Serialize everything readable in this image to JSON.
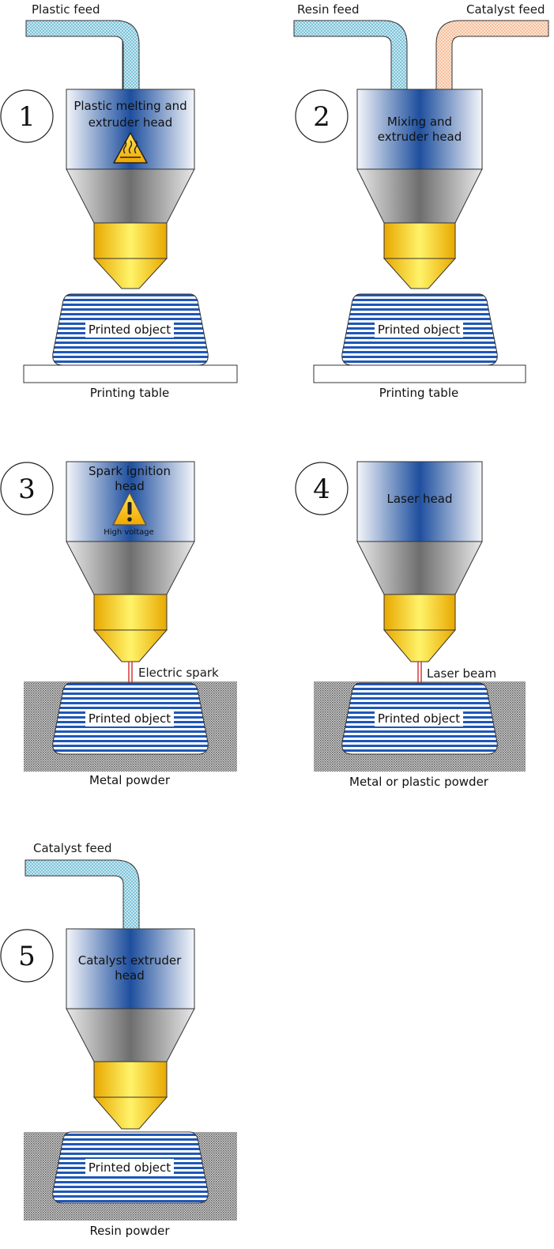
{
  "panel1": {
    "number": "1",
    "feed_label": "Plastic feed",
    "head_line1": "Plastic melting and",
    "head_line2": "extruder head",
    "object_label": "Printed object",
    "base_label": "Printing table"
  },
  "panel2": {
    "number": "2",
    "feed_label": "Resin feed",
    "feed2_label": "Catalyst feed",
    "head_line1": "Mixing and",
    "head_line2": "extruder head",
    "object_label": "Printed object",
    "base_label": "Printing table"
  },
  "panel3": {
    "number": "3",
    "head_line1": "Spark ignition",
    "head_line2": "head",
    "warning_caption": "High voltage",
    "beam_label": "Electric spark",
    "object_label": "Printed object",
    "base_label": "Metal powder"
  },
  "panel4": {
    "number": "4",
    "head_line1": "Laser head",
    "beam_label": "Laser beam",
    "object_label": "Printed object",
    "base_label": "Metal or plastic powder"
  },
  "panel5": {
    "number": "5",
    "feed_label": "Catalyst feed",
    "head_line1": "Catalyst extruder",
    "head_line2": "head",
    "object_label": "Printed object",
    "base_label": "Resin powder"
  },
  "icons": {
    "heat_warning": "hot-surface-warning-icon",
    "voltage_warning": "high-voltage-warning-icon"
  },
  "colors": {
    "head_blue_dark": "#1e4f9e",
    "head_blue_light": "#eef2f8",
    "cone_gray_mid": "#7a7a7a",
    "nozzle_yellow": "#ffd800",
    "stripe_blue": "#1f57b8",
    "feed_blue": "#a9d9e8",
    "feed_peach": "#fbd3b8",
    "beam_red": "#d23a3a"
  }
}
